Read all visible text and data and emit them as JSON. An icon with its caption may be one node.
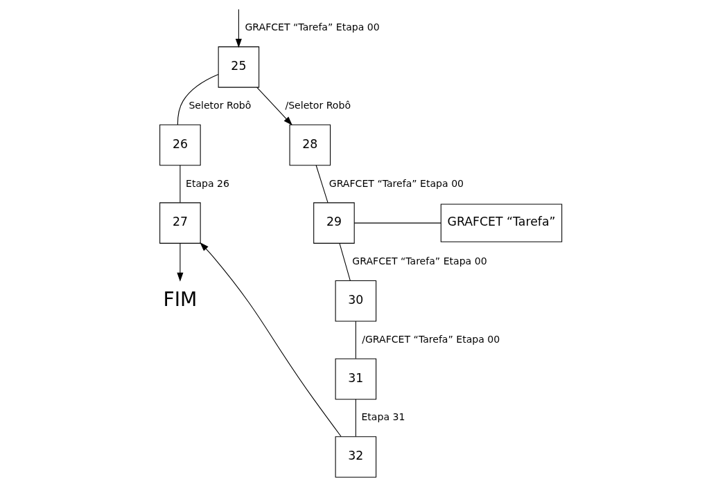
{
  "diagram": {
    "nodes": [
      {
        "text": [
          "25"
        ]
      },
      {
        "text": [
          "26"
        ]
      },
      {
        "text": [
          "27"
        ]
      },
      {
        "text": [
          "FIM"
        ]
      },
      {
        "text": [
          "28"
        ]
      },
      {
        "text": [
          "29"
        ]
      },
      {
        "text": [
          "GRAFCET “Tarefa”"
        ]
      },
      {
        "text": [
          "30"
        ]
      },
      {
        "text": [
          "31"
        ]
      },
      {
        "text": [
          "32"
        ]
      }
    ],
    "edges": [
      {
        "from": null,
        "to": 0,
        "arrow": "to",
        "label": "GRAFCET “Tarefa” Etapa 00"
      },
      {
        "from": 0,
        "to": 1,
        "arrow": "none",
        "label": "Seletor Robô"
      },
      {
        "from": 0,
        "to": 4,
        "arrow": "to",
        "label": "/Seletor Robô"
      },
      {
        "from": 1,
        "to": 2,
        "arrow": "none",
        "label": "Etapa 26"
      },
      {
        "from": 2,
        "to": 3,
        "arrow": "to"
      },
      {
        "from": 4,
        "to": 5,
        "arrow": "none",
        "label": "GRAFCET “Tarefa” Etapa 00"
      },
      {
        "from": 5,
        "to": 6,
        "arrow": "none"
      },
      {
        "from": 5,
        "to": 7,
        "arrow": "none",
        "label": "GRAFCET “Tarefa” Etapa 00"
      },
      {
        "from": 7,
        "to": 8,
        "arrow": "none",
        "label": "/GRAFCET “Tarefa” Etapa 00"
      },
      {
        "from": 8,
        "to": 9,
        "arrow": "none",
        "label": "Etapa 31"
      },
      {
        "from": 9,
        "to": 2,
        "arrow": "to"
      }
    ]
  }
}
